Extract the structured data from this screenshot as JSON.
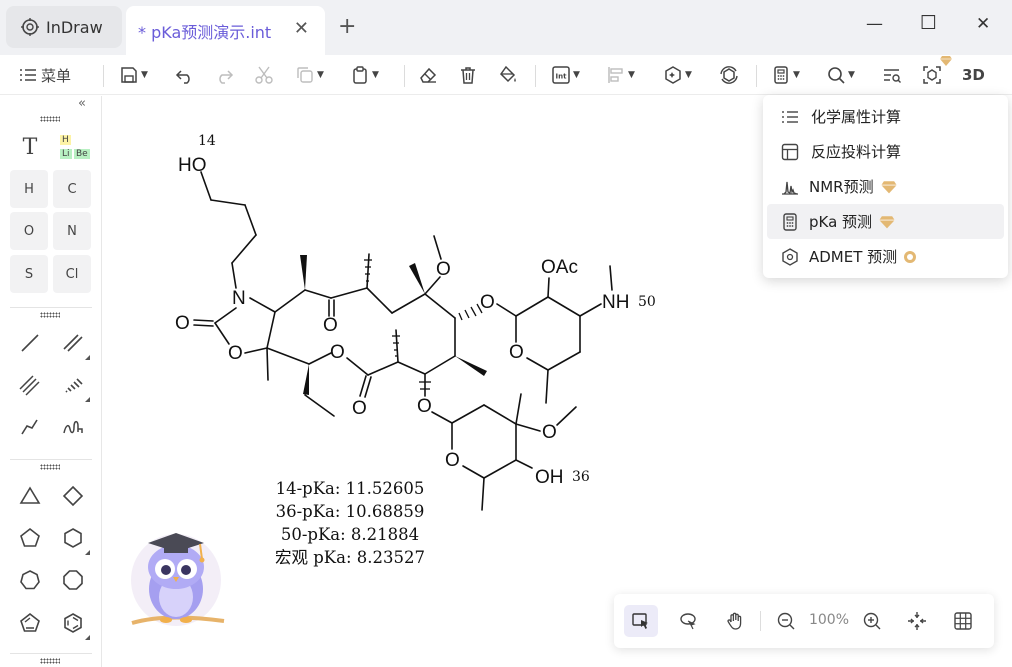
{
  "titlebar": {
    "app_name": "InDraw",
    "document_tab": "* pKa预测演示.int",
    "close": "✕",
    "new_tab": "+",
    "minimize": "—",
    "maximize": "☐",
    "window_close": "✕"
  },
  "toolbar": {
    "menu_label": "菜单",
    "three_d_label": "3D"
  },
  "left_panel": {
    "text_tool": "T",
    "periodic": {
      "h": "H",
      "li": "Li",
      "be": "Be"
    },
    "atoms": [
      "H",
      "C",
      "O",
      "N",
      "S",
      "Cl"
    ]
  },
  "molecule": {
    "labels": {
      "num14": "14",
      "ho": "HO",
      "n": "N",
      "o_carbonyl": "O",
      "o_ring": "O",
      "o_ketone": "O",
      "o_ester": "O",
      "o_ester_carbonyl": "O",
      "o_methoxy": "O",
      "o_glyco1": "O",
      "o_glyco2": "O",
      "oac": "OAc",
      "nh": "NH",
      "num50": "50",
      "o_sugar1": "O",
      "o_sugar2": "O",
      "o_methoxy2": "O",
      "oh": "OH",
      "num36": "36"
    }
  },
  "results": [
    "14-pKa: 11.52605",
    "36-pKa: 10.68859",
    "50-pKa: 8.21884",
    "宏观 pKa: 8.23527"
  ],
  "dropdown_menu": {
    "items": [
      {
        "label": "化学属性计算",
        "icon": "list-icon"
      },
      {
        "label": "反应投料计算",
        "icon": "table-icon"
      },
      {
        "label": "NMR预测",
        "icon": "spectrum-icon",
        "badge": "gem-icon"
      },
      {
        "label": "pKa 预测",
        "icon": "calculator-icon",
        "badge": "gem-icon"
      },
      {
        "label": "ADMET 预测",
        "icon": "hexagon-icon",
        "badge": "coin-icon"
      }
    ]
  },
  "viewbar": {
    "zoom": "100%"
  },
  "colors": {
    "accent": "#6a5cd9",
    "gem": "#e3b873"
  }
}
